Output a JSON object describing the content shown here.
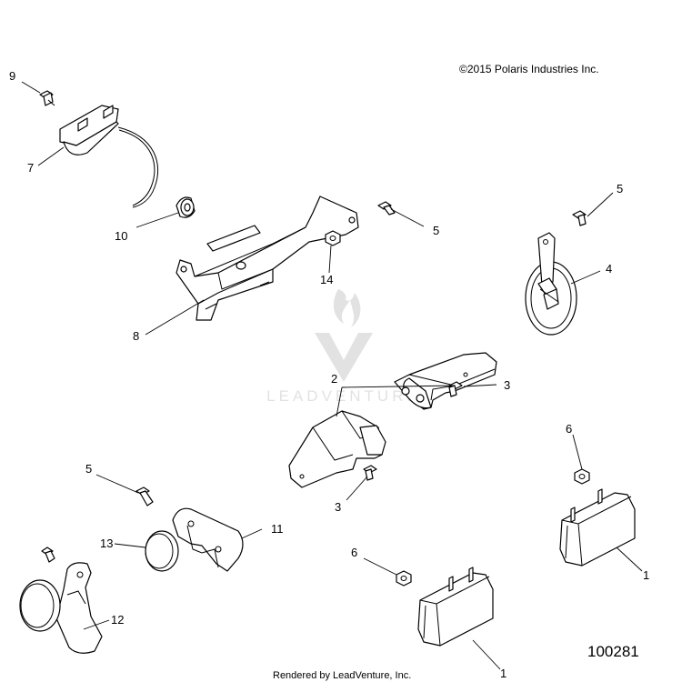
{
  "diagram": {
    "copyright": "©2015  Polaris Industries Inc.",
    "figure_number": "100281",
    "footer": "Rendered by LeadVenture, Inc.",
    "watermark": "LEADVENTURE",
    "colors": {
      "line": "#000000",
      "watermark": "#e2e2e2",
      "background": "#ffffff"
    },
    "callouts": {
      "c9": "9",
      "c7": "7",
      "c10": "10",
      "c8": "8",
      "c14": "14",
      "c5a": "5",
      "c5b": "5",
      "c4": "4",
      "c2": "2",
      "c3a": "3",
      "c3b": "3",
      "c6a": "6",
      "c1a": "1",
      "c5c": "5",
      "c11": "11",
      "c13": "13",
      "c12": "12",
      "c6b": "6",
      "c1b": "1"
    }
  }
}
